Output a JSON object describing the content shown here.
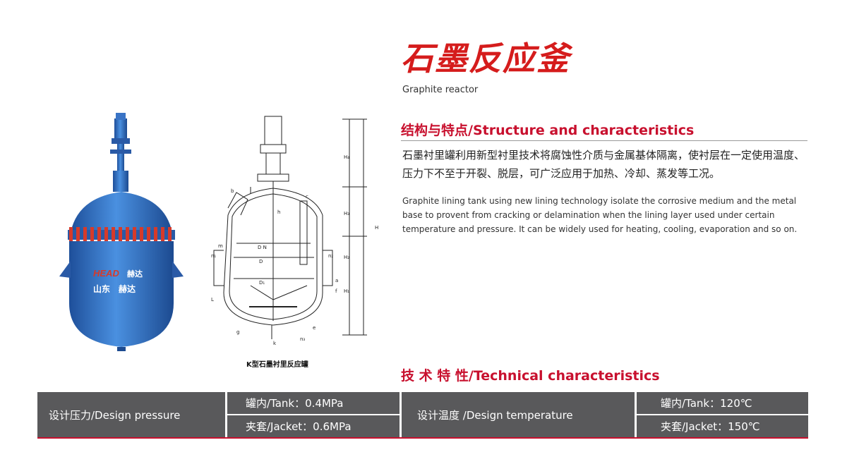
{
  "header": {
    "title_cn": "石墨反应釜",
    "title_en": "Graphite reactor"
  },
  "structure": {
    "heading_cn": "结构与特点",
    "heading_sep": "/",
    "heading_en": "Structure and characteristics",
    "desc_cn": "石墨衬里罐利用新型衬里技术将腐蚀性介质与金属基体隔离，使衬层在一定使用温度、压力下不至于开裂、脱层，可广泛应用于加热、冷却、蒸发等工况。",
    "desc_en": "Graphite  lining tank using new lining technology isolate the corrosive medium and the metal base to provent from cracking or delamination when the lining layer used under certain temperature and pressure. It can be widely used for heating, cooling, evaporation and so on."
  },
  "photo": {
    "brand_en": "HEAD",
    "brand_cn": "赫达",
    "location_cn": "山东　赫达"
  },
  "schematic": {
    "caption": "K型石墨衬里反应罐",
    "labels": {
      "dn": "D N",
      "d": "D",
      "d1": "D₁",
      "h": "H",
      "h1": "H₁",
      "h2": "H₂",
      "h3": "H₃",
      "h4": "H₄",
      "a": "a",
      "b": "b",
      "c": "c",
      "f": "f",
      "k": "k",
      "m": "m",
      "n1": "n₁",
      "n2": "n₂",
      "n3": "n₃",
      "l": "L",
      "g": "g",
      "e": "e",
      "h_small": "h"
    }
  },
  "technical": {
    "heading_cn": "技 术 特 性",
    "heading_sep": "/",
    "heading_en": "Technical characteristics",
    "design_pressure": "设计压力/Design pressure",
    "tank_pressure": "罐内/Tank：0.4MPa",
    "jacket_pressure": "夹套/Jacket：0.6MPa",
    "design_temperature": "设计温度 /Design temperature",
    "tank_temperature": "罐内/Tank：120℃",
    "jacket_temperature": "夹套/Jacket：150℃"
  },
  "colors": {
    "accent_red": "#c8102e",
    "title_red": "#d51c1c",
    "table_gray": "#59595b",
    "reactor_blue": "#2f6fc0"
  }
}
